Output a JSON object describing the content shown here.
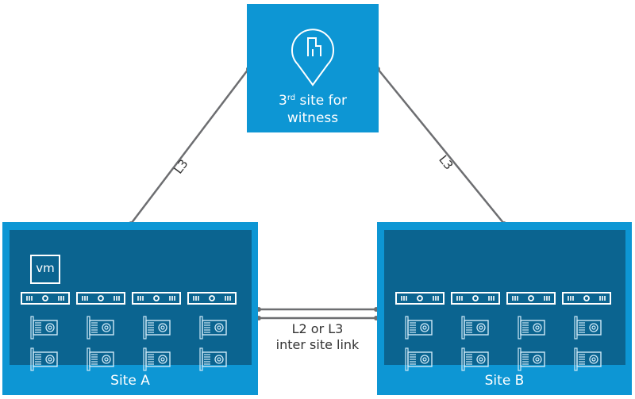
{
  "witness": {
    "label_prefix": "3",
    "label_sup": "rd",
    "label_rest": " site for",
    "label_line2": "witness",
    "icon": "location-pin-building-icon"
  },
  "sites": [
    {
      "label": "Site A",
      "has_vm": true,
      "vm_label": "vm",
      "hosts": 4,
      "disks_per_host": 2
    },
    {
      "label": "Site B",
      "has_vm": false,
      "hosts": 4,
      "disks_per_host": 2
    }
  ],
  "links": {
    "left_label": "L3",
    "right_label": "L3",
    "inter_site_line1": "L2 or L3",
    "inter_site_line2": "inter site link"
  },
  "colors": {
    "site_blue": "#0d96d4",
    "site_inner": "#0b6490",
    "line_gray": "#6d6e71"
  }
}
